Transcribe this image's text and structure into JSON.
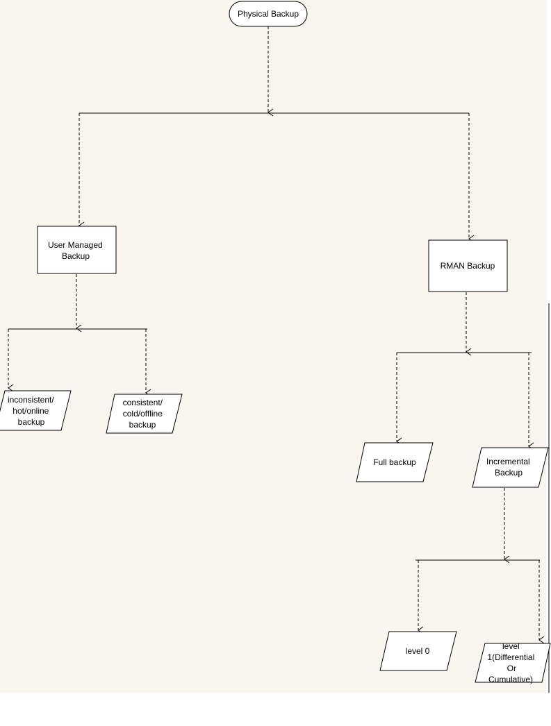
{
  "colors": {
    "canvas_background": "#f9f6f0",
    "stroke": "#000000",
    "page_background": "#ffffff"
  },
  "diagram": {
    "root": {
      "label": "Physical Backup",
      "shape": "rounded-terminal"
    },
    "user_managed": {
      "lines": [
        "User Managed",
        "Backup"
      ],
      "shape": "rectangle"
    },
    "rman": {
      "lines": [
        "RMAN Backup"
      ],
      "shape": "rectangle"
    },
    "inconsistent": {
      "lines": [
        "inconsistent/",
        "hot/online",
        "backup"
      ],
      "shape": "parallelogram"
    },
    "consistent": {
      "lines": [
        "consistent/",
        "cold/offline",
        "backup"
      ],
      "shape": "parallelogram"
    },
    "full": {
      "lines": [
        "Full backup"
      ],
      "shape": "parallelogram"
    },
    "incremental": {
      "lines": [
        "Incremental",
        "Backup"
      ],
      "shape": "parallelogram"
    },
    "level0": {
      "lines": [
        "level 0"
      ],
      "shape": "parallelogram"
    },
    "level1": {
      "lines": [
        "level",
        "1(Differential",
        "Or",
        "Cumulative)"
      ],
      "shape": "parallelogram"
    }
  }
}
